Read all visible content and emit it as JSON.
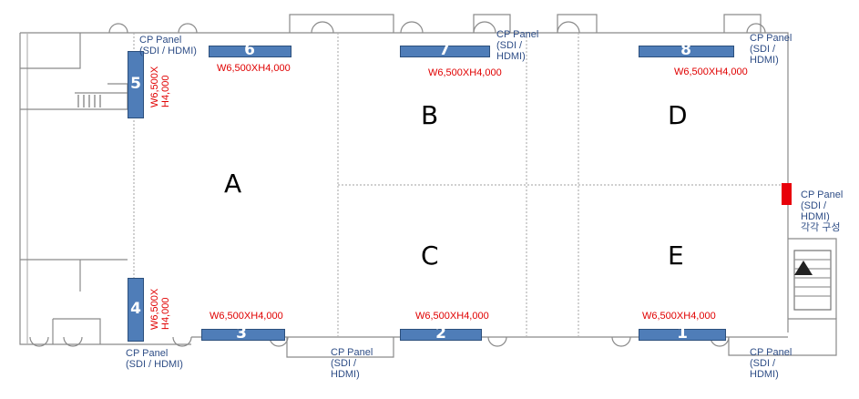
{
  "rooms": [
    "A",
    "B",
    "C",
    "D",
    "E"
  ],
  "screens": {
    "s1": {
      "num": "1",
      "size": "W6,500XH4,000"
    },
    "s2": {
      "num": "2",
      "size": "W6,500XH4,000"
    },
    "s3": {
      "num": "3",
      "size": "W6,500XH4,000"
    },
    "s4": {
      "num": "4",
      "size_line1": "W6,500X",
      "size_line2": "H4,000"
    },
    "s5": {
      "num": "5",
      "size_line1": "W6,500X",
      "size_line2": "H4,000"
    },
    "s6": {
      "num": "6",
      "size": "W6,500XH4,000"
    },
    "s7": {
      "num": "7",
      "size": "W6,500XH4,000"
    },
    "s8": {
      "num": "8",
      "size": "W6,500XH4,000"
    }
  },
  "cp_panels": {
    "top_left": [
      "CP Panel",
      "(SDI / HDMI)"
    ],
    "top_mid": [
      "CP Panel",
      "(SDI /",
      "HDMI)"
    ],
    "top_right": [
      "CP Panel",
      "(SDI /",
      "HDMI)"
    ],
    "right_mid": [
      "CP Panel",
      "(SDI /",
      "HDMI)",
      "각각 구성"
    ],
    "bottom_left": [
      "CP Panel",
      "(SDI / HDMI)"
    ],
    "bottom_mid": [
      "CP Panel",
      "(SDI /",
      "HDMI)"
    ],
    "bottom_right": [
      "CP Panel",
      "(SDI /",
      "HDMI)"
    ]
  },
  "colors": {
    "screen": "#4f7db8",
    "dimension": "#e00000",
    "cp_label": "#2e4d86",
    "cp_marker": "#e8000a"
  }
}
